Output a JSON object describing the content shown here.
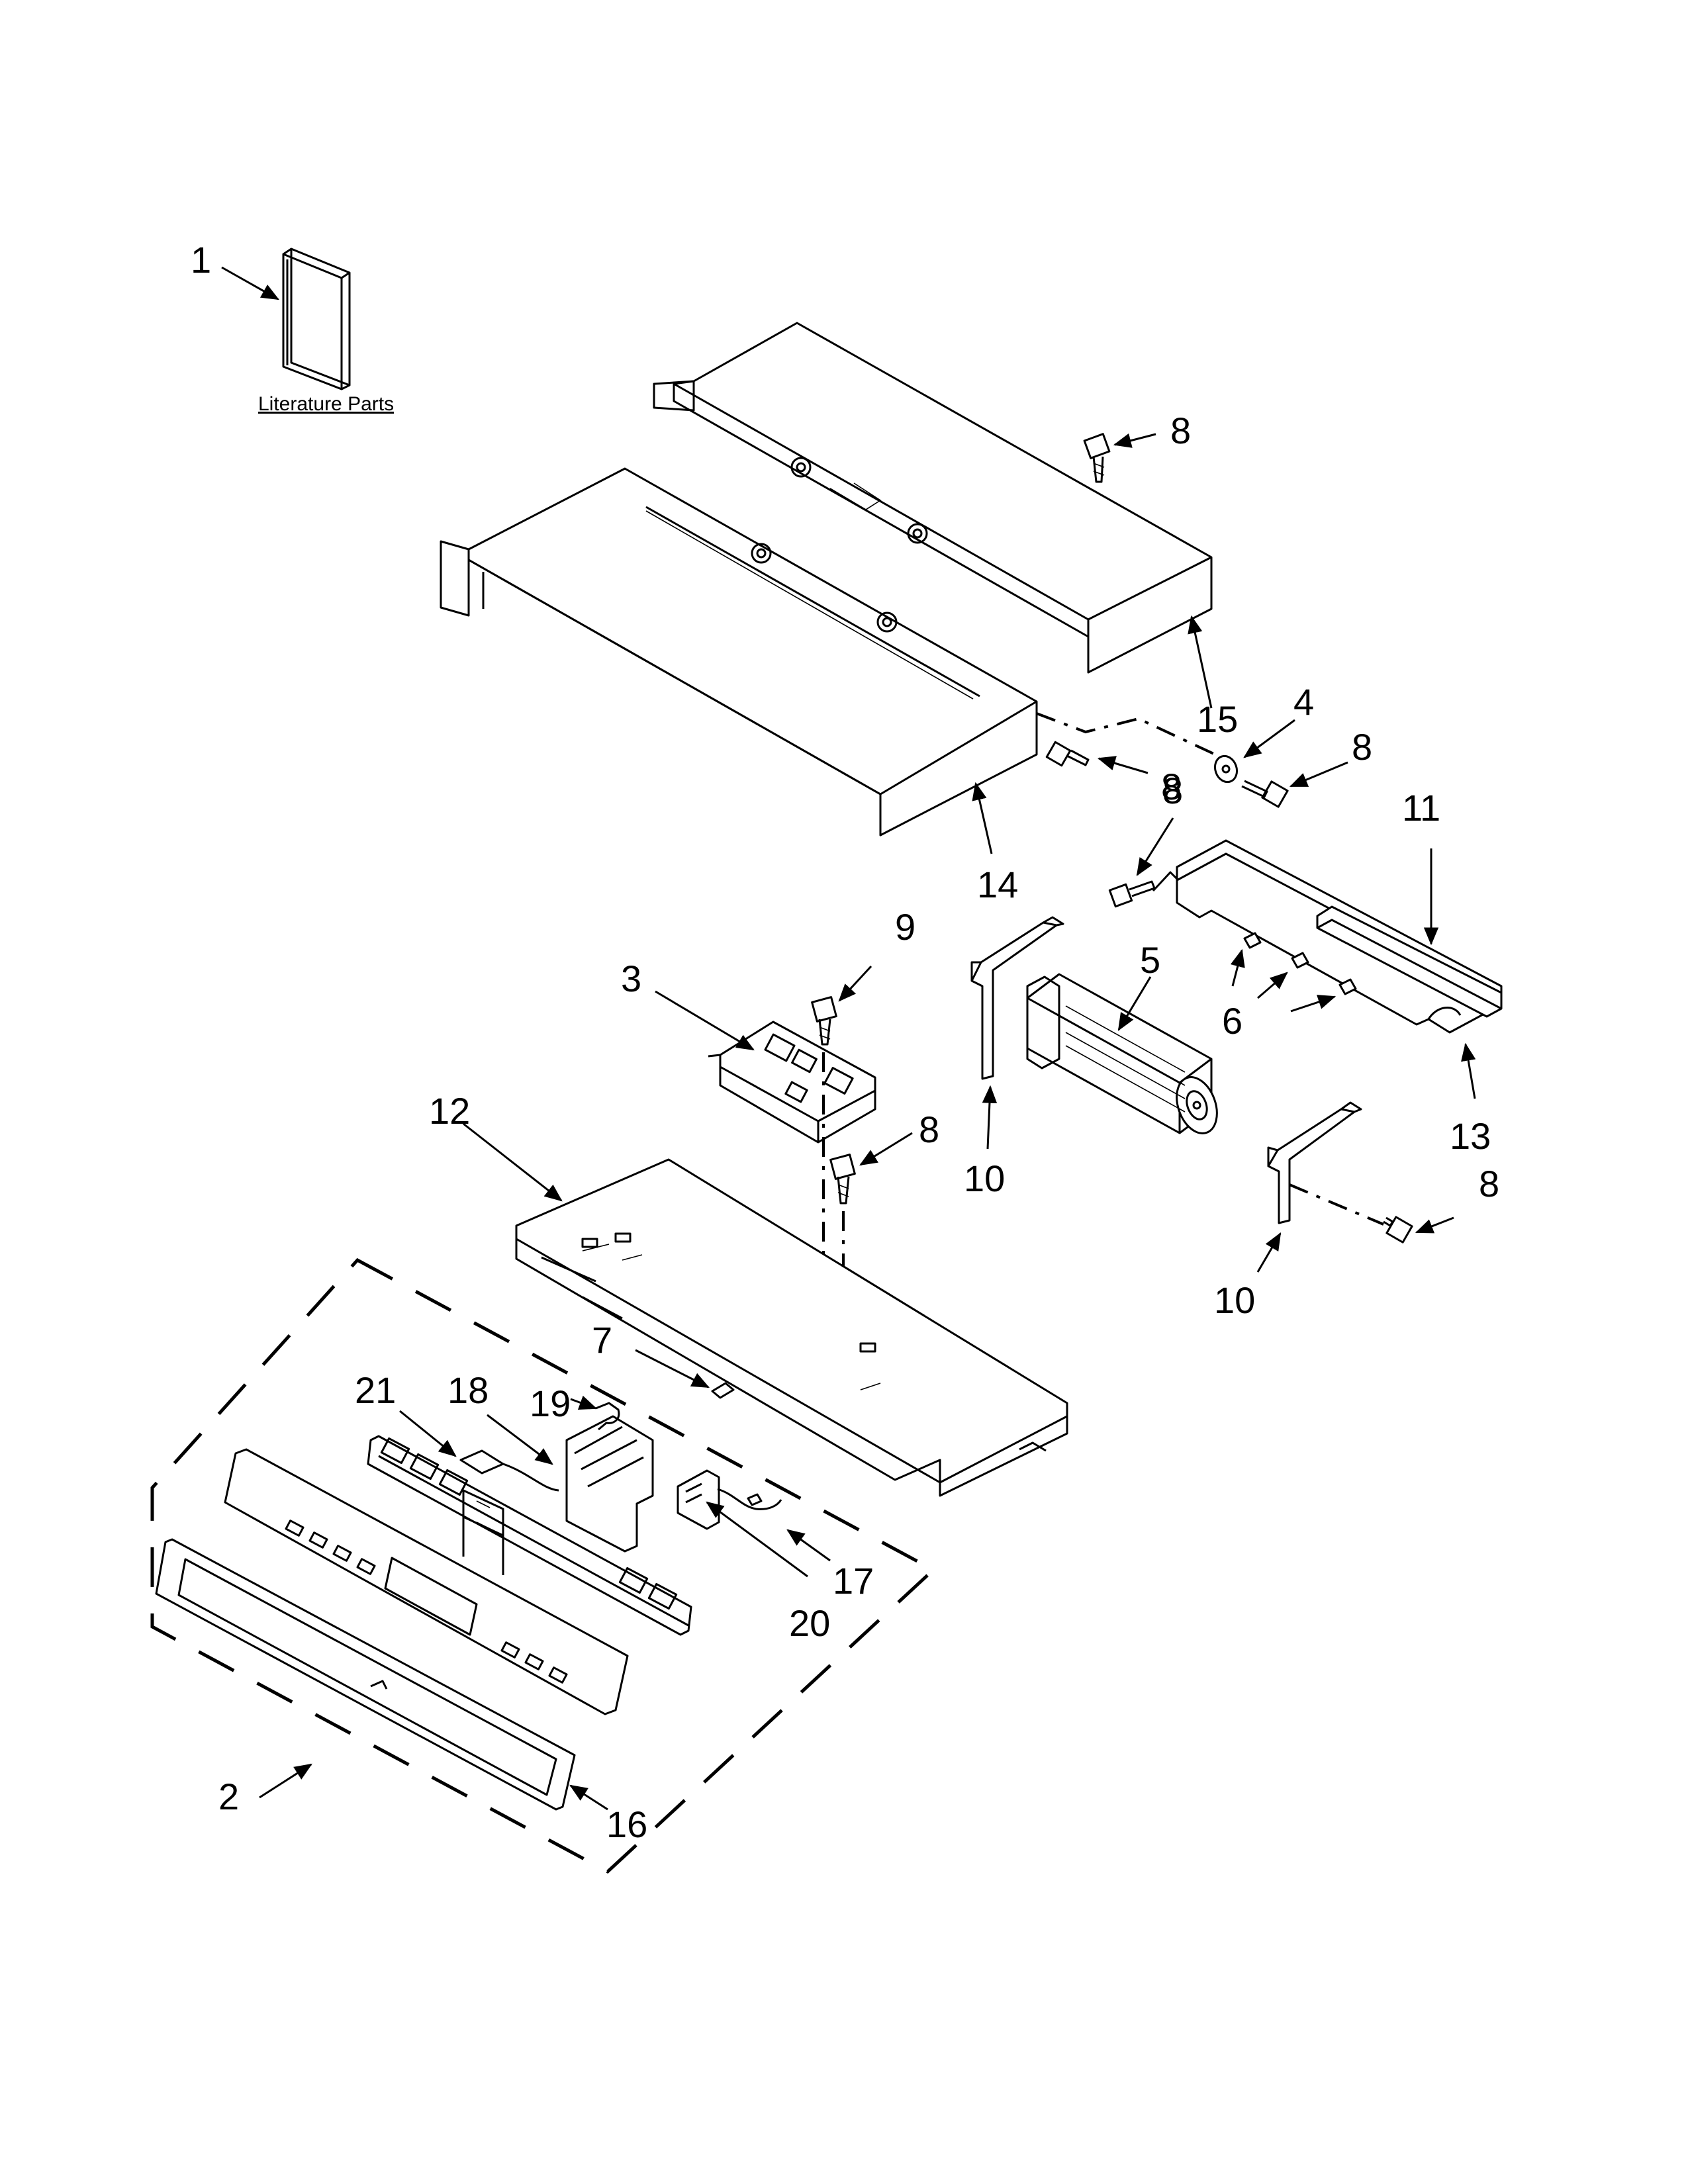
{
  "literature_caption": "Literature Parts",
  "callouts": {
    "c1": "1",
    "c2": "2",
    "c3": "3",
    "c4": "4",
    "c5": "5",
    "c6": "6",
    "c7": "7",
    "c8a": "8",
    "c8b": "8",
    "c8c": "8",
    "c8d": "8",
    "c8e": "8",
    "c8f": "8",
    "c9": "9",
    "c10a": "10",
    "c10b": "10",
    "c11": "11",
    "c12": "12",
    "c13": "13",
    "c14": "14",
    "c15": "15",
    "c16": "16",
    "c17": "17",
    "c18": "18",
    "c19": "19",
    "c20": "20",
    "c21": "21"
  }
}
